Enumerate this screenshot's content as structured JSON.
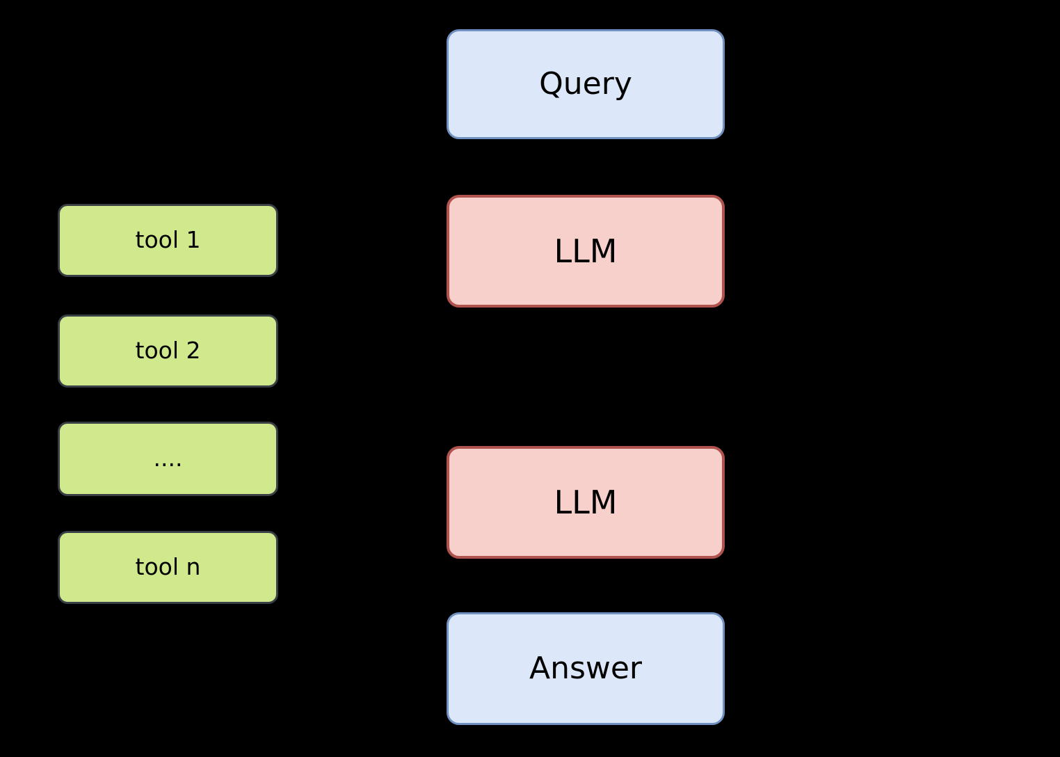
{
  "diagram": {
    "background": "#000000",
    "pipeline": {
      "query": {
        "label": "Query"
      },
      "llm_top": {
        "label": "LLM"
      },
      "llm_bottom": {
        "label": "LLM"
      },
      "answer": {
        "label": "Answer"
      }
    },
    "tools": [
      {
        "label": "tool 1"
      },
      {
        "label": "tool 2"
      },
      {
        "label": "...."
      },
      {
        "label": "tool n"
      }
    ]
  },
  "palette": {
    "endpoint_fill": "#dce8f9",
    "endpoint_border": "#7191c2",
    "llm_fill": "#f7d0cc",
    "llm_border": "#b0534e",
    "tool_fill": "#cfe98c",
    "tool_border": "#3a3f46",
    "text": "#000000",
    "background": "#000000"
  }
}
